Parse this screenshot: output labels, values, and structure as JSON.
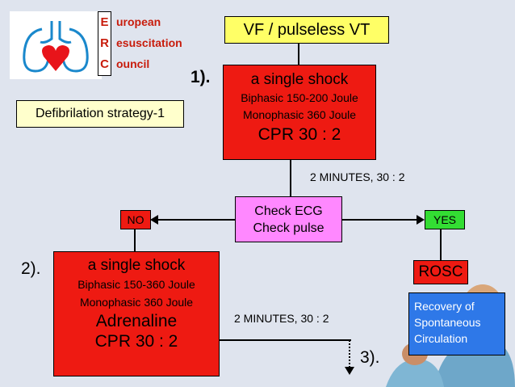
{
  "logo": {
    "letters": [
      "E",
      "R",
      "C"
    ],
    "words": [
      "uropean",
      "esuscitation",
      "ouncil"
    ]
  },
  "title": "VF / pulseless VT",
  "strategy_label": "Defibrilation strategy-1",
  "step1": {
    "label": "1).",
    "line1": "a single shock",
    "line2": "Biphasic  150-200 Joule",
    "line3": "Monophasic 360 Joule",
    "line4": "CPR  30 : 2"
  },
  "interval1": "2 MINUTES,  30 : 2",
  "check": {
    "line1": "Check ECG",
    "line2": "Check pulse"
  },
  "no_label": "NO",
  "yes_label": "YES",
  "step2": {
    "label": "2).",
    "line1": "a single shock",
    "line2": "Biphasic  150-360 Joule",
    "line3": "Monophasic  360 Joule",
    "line4": "Adrenaline",
    "line5": "CPR  30 : 2"
  },
  "rosc": "ROSC",
  "recovery": {
    "line1": "Recovery of",
    "line2": "Spontaneous",
    "line3": "Circulation"
  },
  "interval2": "2 MINUTES,  30 : 2",
  "step3_label": "3).",
  "colors": {
    "background": "#dfe4ee",
    "title_box": "#ffff66",
    "shock_box": "#ee1a12",
    "check_box": "#ff88ff",
    "yes_box": "#33dd33",
    "recovery_box": "#2e78e8",
    "logo_text": "#c81c0c"
  }
}
